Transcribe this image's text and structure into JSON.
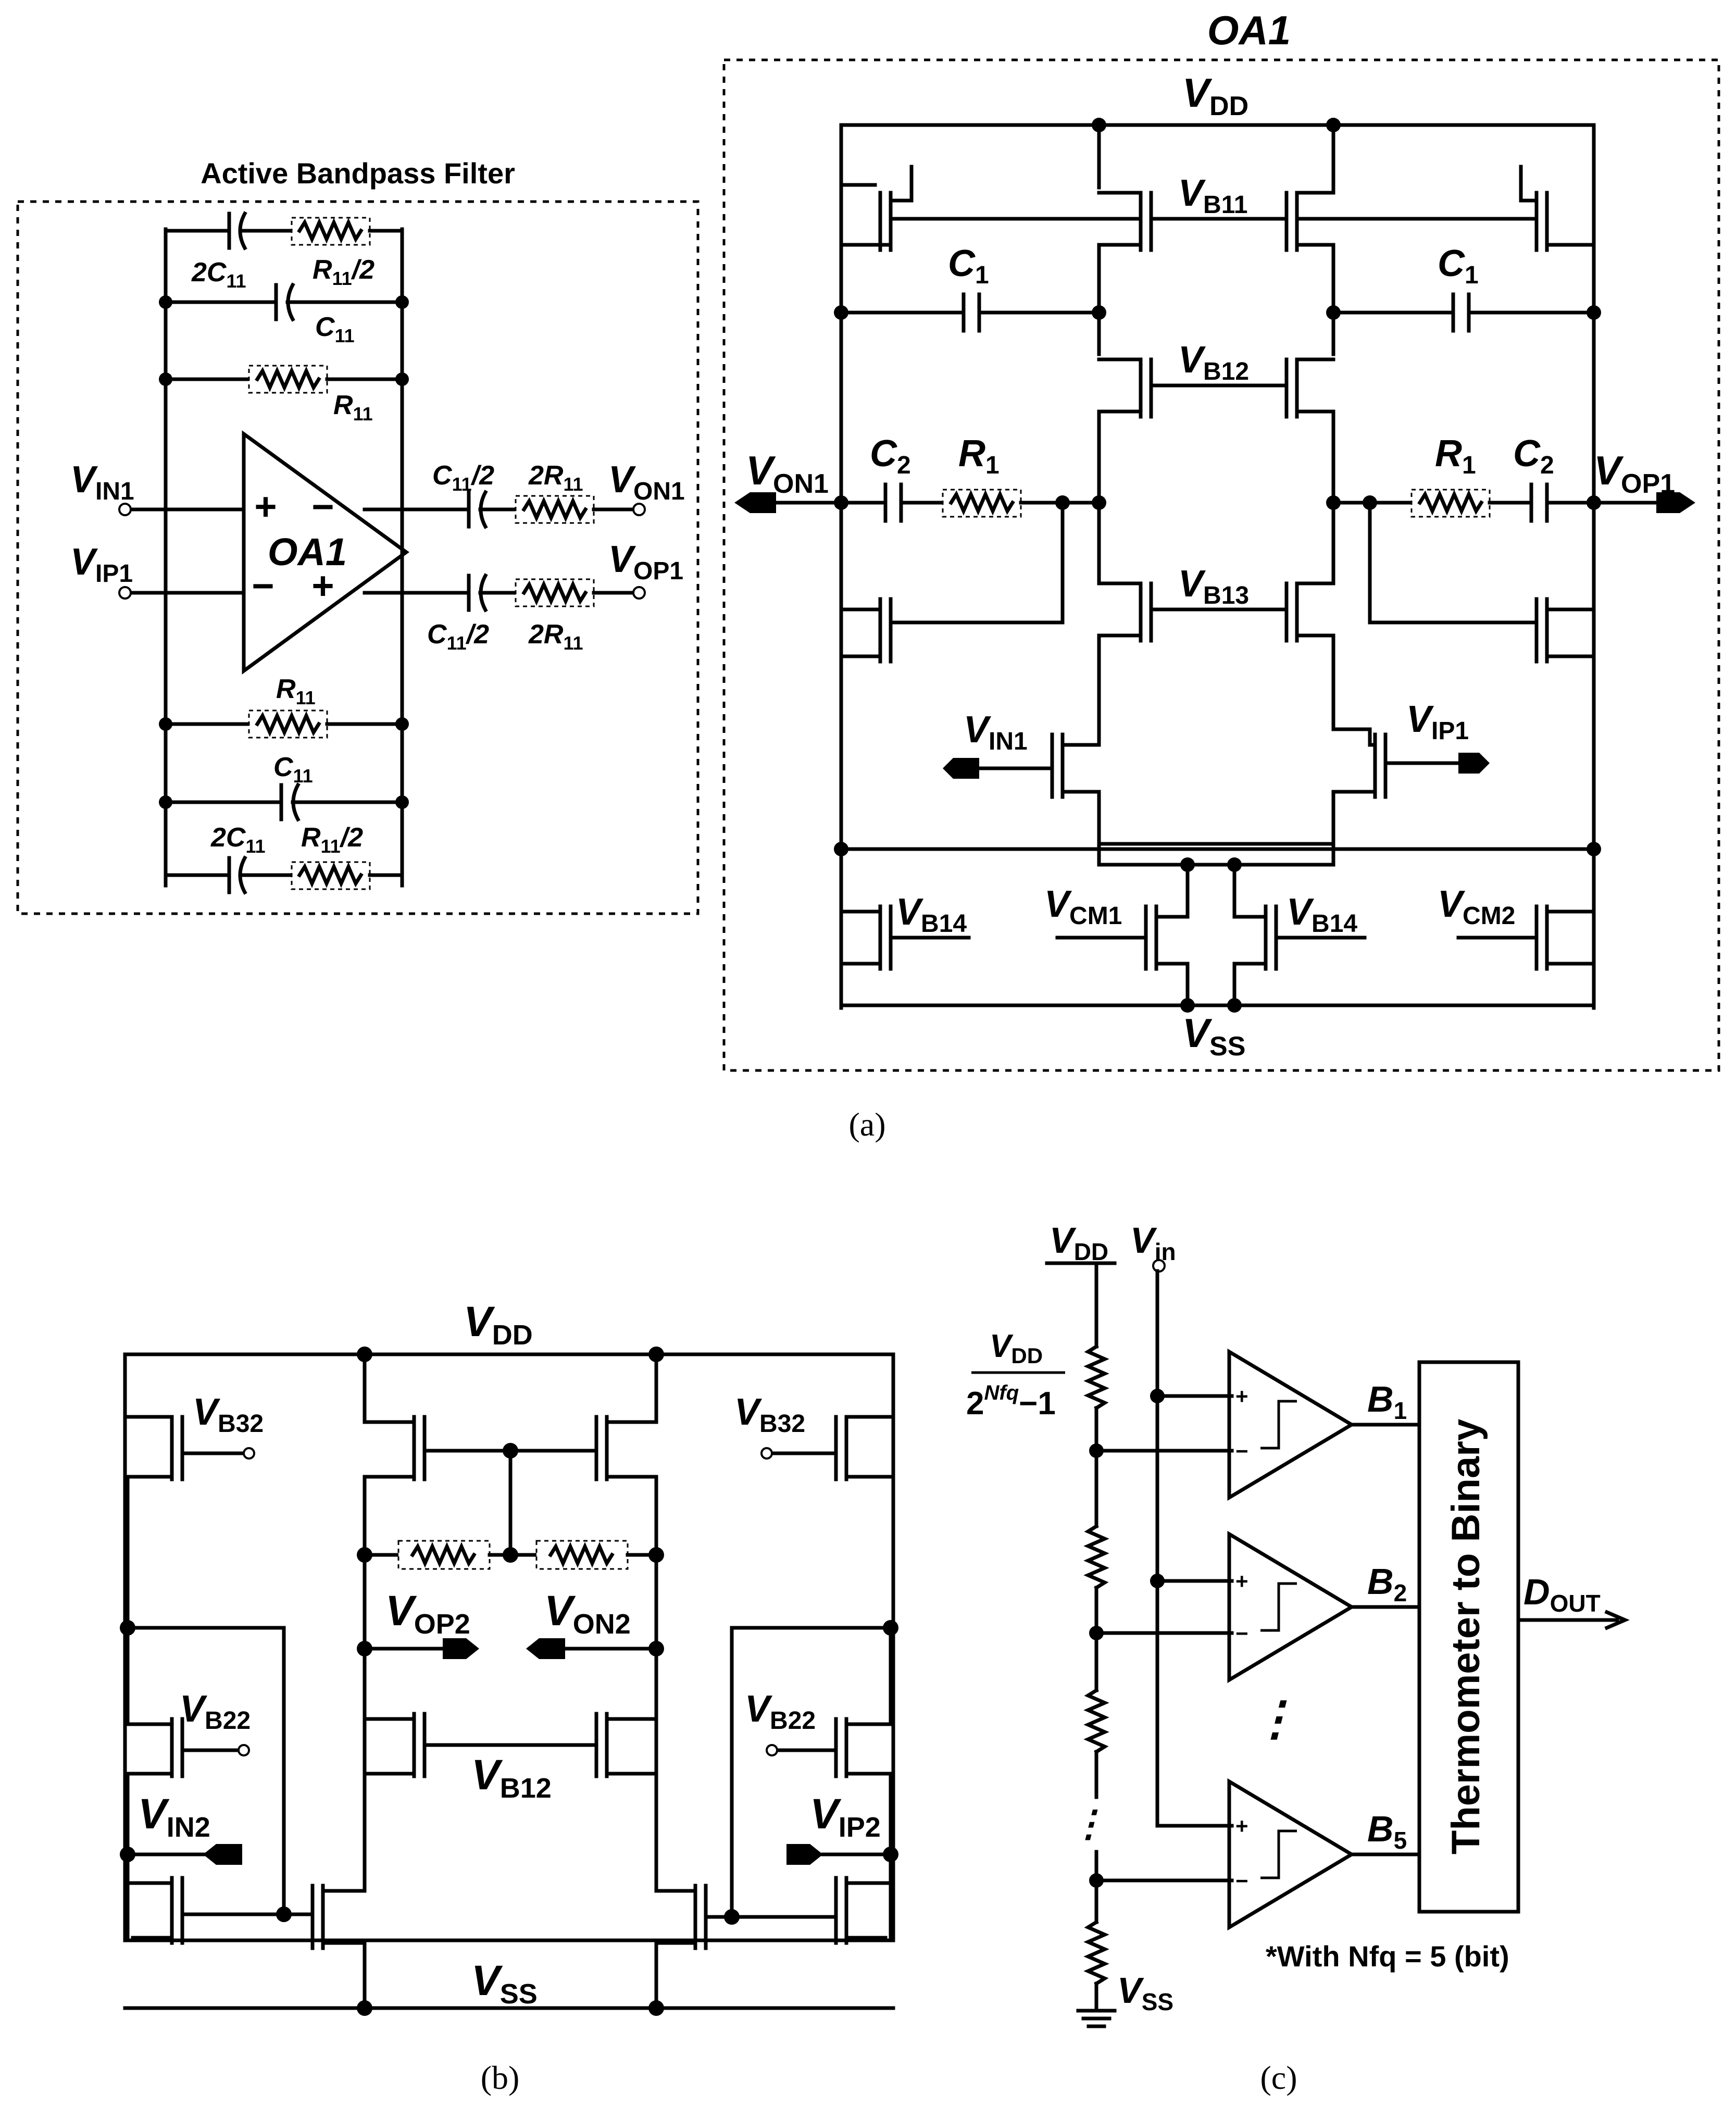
{
  "panel_a": {
    "filter_title": "Active Bandpass Filter",
    "oa_title": "OA1",
    "filter": {
      "opamp_label": "OA1",
      "plus": "+",
      "minus": "−",
      "vin1": "V",
      "vin1_sub": "IN1",
      "vip1": "V",
      "vip1_sub": "IP1",
      "von1": "V",
      "von1_sub": "ON1",
      "vop1": "V",
      "vop1_sub": "OP1",
      "cap_2c11": "2C",
      "cap_2c11_sub": "11",
      "r11_half": "R",
      "r11_half_sub": "11",
      "r11_half_tail": "/2",
      "c11": "C",
      "c11_sub": "11",
      "r11": "R",
      "r11_sub": "11",
      "c11_half": "C",
      "c11_half_sub": "11",
      "c11_half_tail": "/2",
      "two_r11": "2R",
      "two_r11_sub": "11"
    },
    "oa": {
      "vdd": "V",
      "vdd_sub": "DD",
      "vss": "V",
      "vss_sub": "SS",
      "vb11": "V",
      "vb11_sub": "B11",
      "vb12": "V",
      "vb12_sub": "B12",
      "vb13": "V",
      "vb13_sub": "B13",
      "vb14": "V",
      "vb14_sub": "B14",
      "vcm1": "V",
      "vcm1_sub": "CM1",
      "vcm2": "V",
      "vcm2_sub": "CM2",
      "c1": "C",
      "c1_sub": "1",
      "c2": "C",
      "c2_sub": "2",
      "r1": "R",
      "r1_sub": "1",
      "von1": "V",
      "von1_sub": "ON1",
      "vop1": "V",
      "vop1_sub": "OP1",
      "vin1": "V",
      "vin1_sub": "IN1",
      "vip1": "V",
      "vip1_sub": "IP1"
    },
    "caption": "(a)"
  },
  "panel_b": {
    "vdd": "V",
    "vdd_sub": "DD",
    "vss": "V",
    "vss_sub": "SS",
    "vb32": "V",
    "vb32_sub": "B32",
    "vb22": "V",
    "vb22_sub": "B22",
    "vb12": "V",
    "vb12_sub": "B12",
    "vop2": "V",
    "vop2_sub": "OP2",
    "von2": "V",
    "von2_sub": "ON2",
    "vin2": "V",
    "vin2_sub": "IN2",
    "vip2": "V",
    "vip2_sub": "IP2",
    "caption": "(b)"
  },
  "panel_c": {
    "vdd": "V",
    "vdd_sub": "DD",
    "vin": "V",
    "vin_sub": "in",
    "vss": "V",
    "vss_sub": "SS",
    "frac_num": "V",
    "frac_num_sub": "DD",
    "frac_den": "2",
    "frac_den_sup": "Nfq",
    "frac_den_tail": "−1",
    "b1": "B",
    "b1_sub": "1",
    "b2": "B",
    "b2_sub": "2",
    "b5": "B",
    "b5_sub": "5",
    "dout": "D",
    "dout_sub": "OUT",
    "converter": "Thermometer to Binary",
    "note": "*With Nfq = 5 (bit)",
    "vdots": "⋮",
    "caption": "(c)"
  }
}
